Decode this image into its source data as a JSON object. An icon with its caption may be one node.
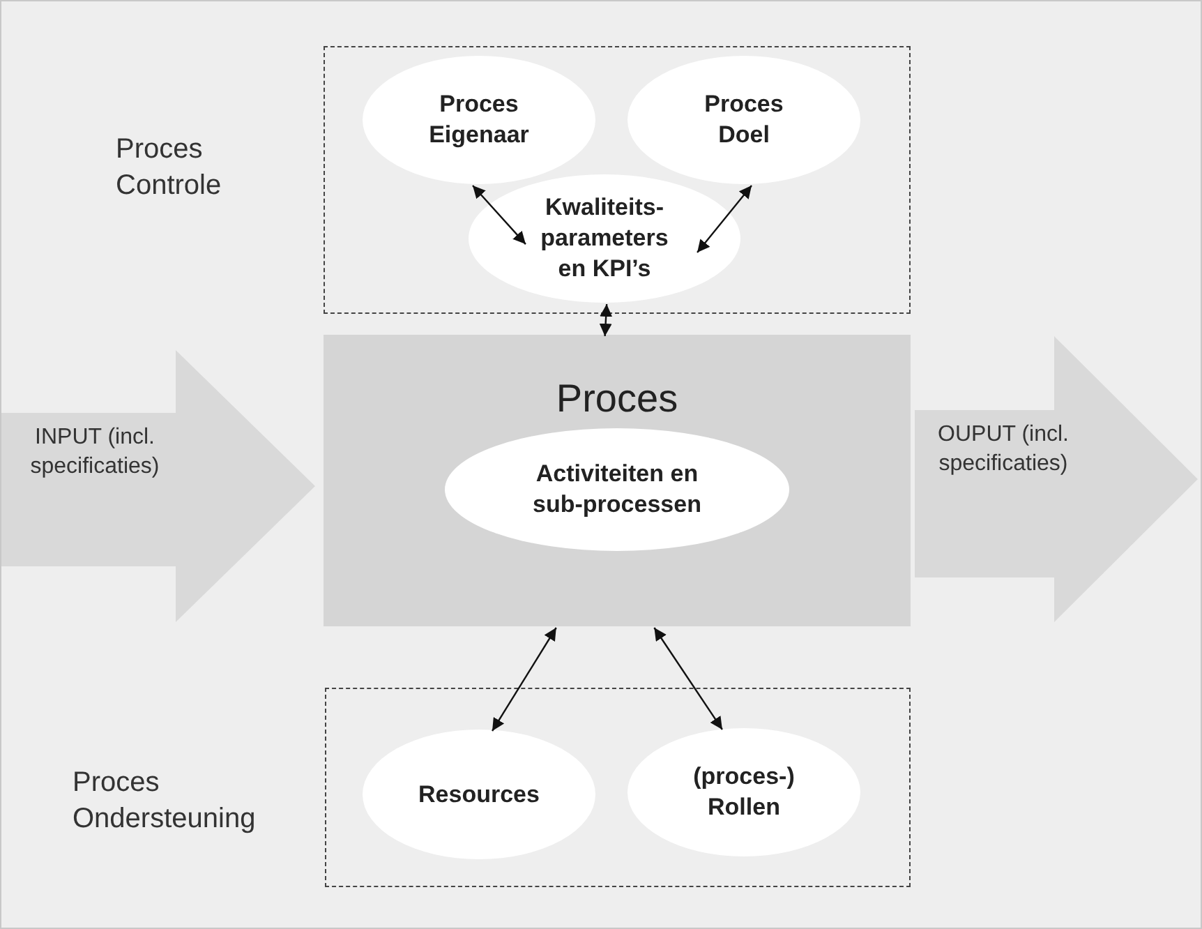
{
  "diagram": {
    "nodes": [
      {
        "text": [
          "Proces Controle"
        ]
      },
      {
        "text": [
          "Proces Eigenaar"
        ],
        "in": 0
      },
      {
        "text": [
          "Proces Doel"
        ],
        "in": 0
      },
      {
        "text": [
          "Kwaliteits- parameters en KPI’s"
        ],
        "in": 0
      },
      {
        "text": [
          "Proces"
        ]
      },
      {
        "text": [
          "Activiteiten en sub-processen"
        ],
        "in": 4
      },
      {
        "text": [
          "INPUT (incl. specificaties)"
        ]
      },
      {
        "text": [
          "OUPUT (incl. specificaties)"
        ]
      },
      {
        "text": [
          "Proces Ondersteuning"
        ]
      },
      {
        "text": [
          "Resources"
        ],
        "in": 8
      },
      {
        "text": [
          "(proces-) Rollen"
        ],
        "in": 8
      }
    ],
    "edges": [
      {
        "from": 1,
        "to": 3,
        "arrow": "both"
      },
      {
        "from": 2,
        "to": 3,
        "arrow": "both"
      },
      {
        "from": 3,
        "to": 4,
        "arrow": "both"
      },
      {
        "from": 4,
        "to": 9,
        "arrow": "both"
      },
      {
        "from": 4,
        "to": 10,
        "arrow": "both"
      }
    ]
  }
}
